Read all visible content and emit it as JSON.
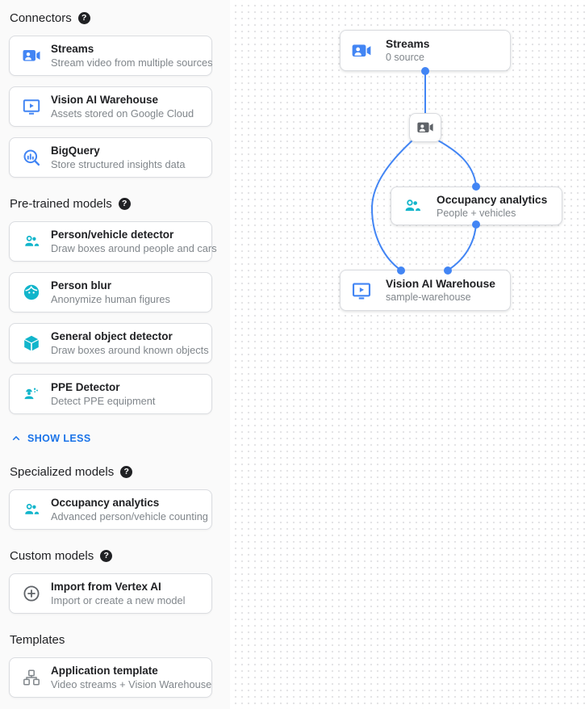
{
  "icons": {
    "help_glyph": "?"
  },
  "colors": {
    "accent_blue": "#4285f4",
    "link_blue": "#1a73e8",
    "teal": "#12b5cb",
    "icon_gray": "#5f6368",
    "subtitle_gray": "#80868b"
  },
  "sidebar": {
    "show_less_label": "SHOW LESS",
    "sections": [
      {
        "title": "Connectors",
        "cards": [
          {
            "title": "Streams",
            "subtitle": "Stream video from multiple sources"
          },
          {
            "title": "Vision AI Warehouse",
            "subtitle": "Assets stored on Google Cloud"
          },
          {
            "title": "BigQuery",
            "subtitle": "Store structured insights data"
          }
        ]
      },
      {
        "title": "Pre-trained models",
        "cards": [
          {
            "title": "Person/vehicle detector",
            "subtitle": "Draw boxes around people and cars"
          },
          {
            "title": "Person blur",
            "subtitle": "Anonymize human figures"
          },
          {
            "title": "General object detector",
            "subtitle": "Draw boxes around known objects"
          },
          {
            "title": "PPE Detector",
            "subtitle": "Detect PPE equipment"
          }
        ]
      },
      {
        "title": "Specialized models",
        "cards": [
          {
            "title": "Occupancy analytics",
            "subtitle": "Advanced person/vehicle counting"
          }
        ]
      },
      {
        "title": "Custom models",
        "cards": [
          {
            "title": "Import from Vertex AI",
            "subtitle": "Import or create a new model"
          }
        ]
      },
      {
        "title": "Templates",
        "cards": [
          {
            "title": "Application template",
            "subtitle": "Video streams + Vision Warehouse"
          }
        ]
      }
    ]
  },
  "canvas": {
    "nodes": {
      "streams": {
        "title": "Streams",
        "subtitle": "0 source"
      },
      "occupancy": {
        "title": "Occupancy analytics",
        "subtitle": "People + vehicles"
      },
      "warehouse": {
        "title": "Vision AI Warehouse",
        "subtitle": "sample-warehouse"
      }
    }
  }
}
